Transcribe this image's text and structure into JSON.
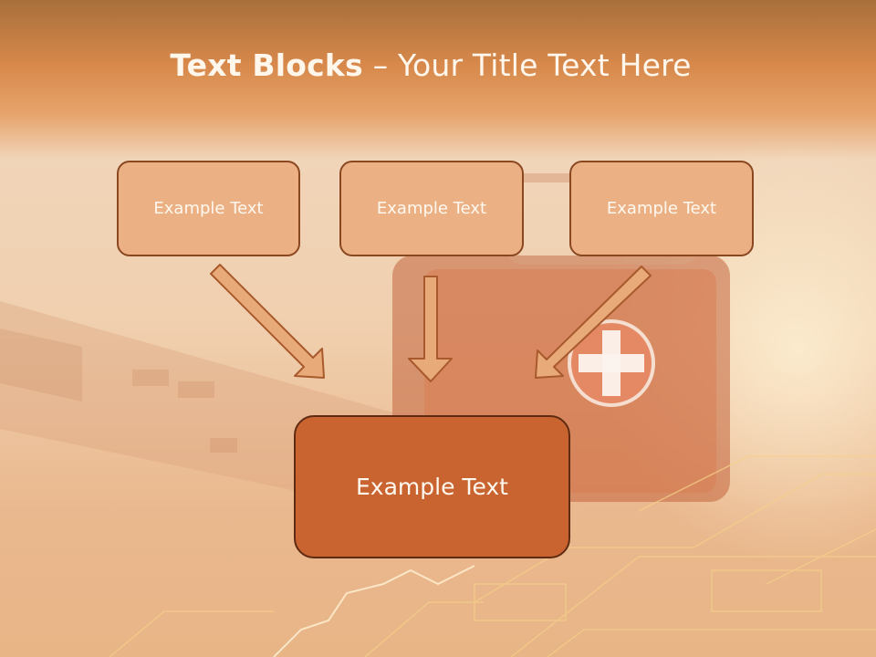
{
  "slide": {
    "title_bold": "Text Blocks",
    "title_dash": " – ",
    "title_rest": "Your Title Text Here"
  },
  "blocks": {
    "top": [
      "Example Text",
      "Example Text",
      "Example Text"
    ],
    "bottom": "Example Text"
  },
  "colors": {
    "header": "#d7884a",
    "block_fill": "#ebb185",
    "block_border": "#8a4720",
    "main_fill": "#c96431",
    "arrow_fill": "#e9aa7a"
  }
}
